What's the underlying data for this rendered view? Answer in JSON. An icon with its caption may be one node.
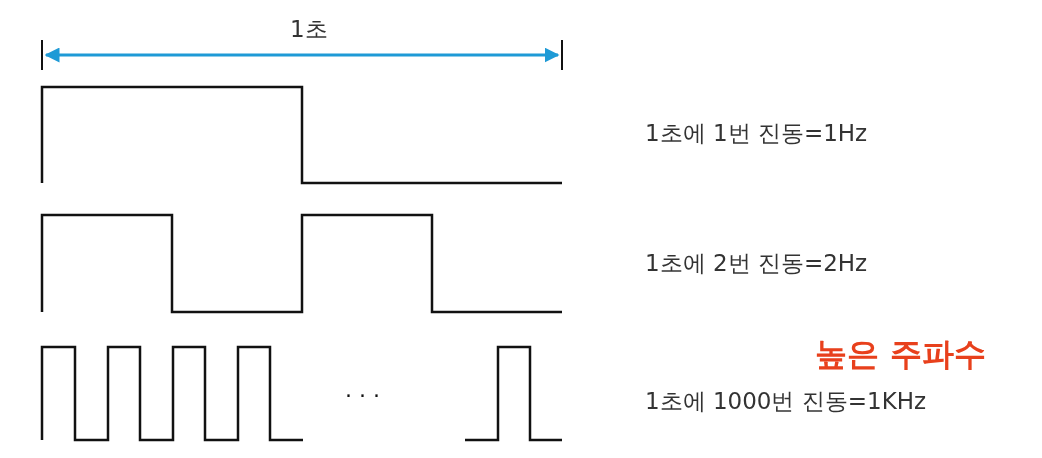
{
  "diagram": {
    "labels": [
      "1초",
      "1초에 1번 진동=1Hz",
      "1초에 2번 진동=2Hz",
      "높은 주파수",
      "· · ·",
      "1초에 1000번 진동=1KHz"
    ]
  }
}
